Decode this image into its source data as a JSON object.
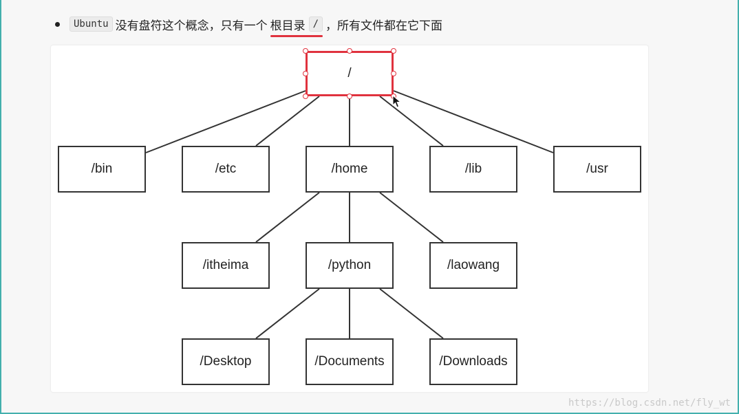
{
  "bullet": {
    "code_ubuntu": "Ubuntu",
    "text_before": "没有盘符这个概念，只有一个",
    "highlight_text": "根目录",
    "code_root": "/",
    "text_after": "，所有文件都在它下面"
  },
  "tree": {
    "root": "/",
    "level1": [
      "/bin",
      "/etc",
      "/home",
      "/lib",
      "/usr"
    ],
    "level2": [
      "/itheima",
      "/python",
      "/laowang"
    ],
    "level3": [
      "/Desktop",
      "/Documents",
      "/Downloads"
    ]
  },
  "watermark": "https://blog.csdn.net/fly_wt",
  "colors": {
    "selection": "#e0323e",
    "border_accent": "#43b0ad",
    "node_border": "#333333"
  }
}
